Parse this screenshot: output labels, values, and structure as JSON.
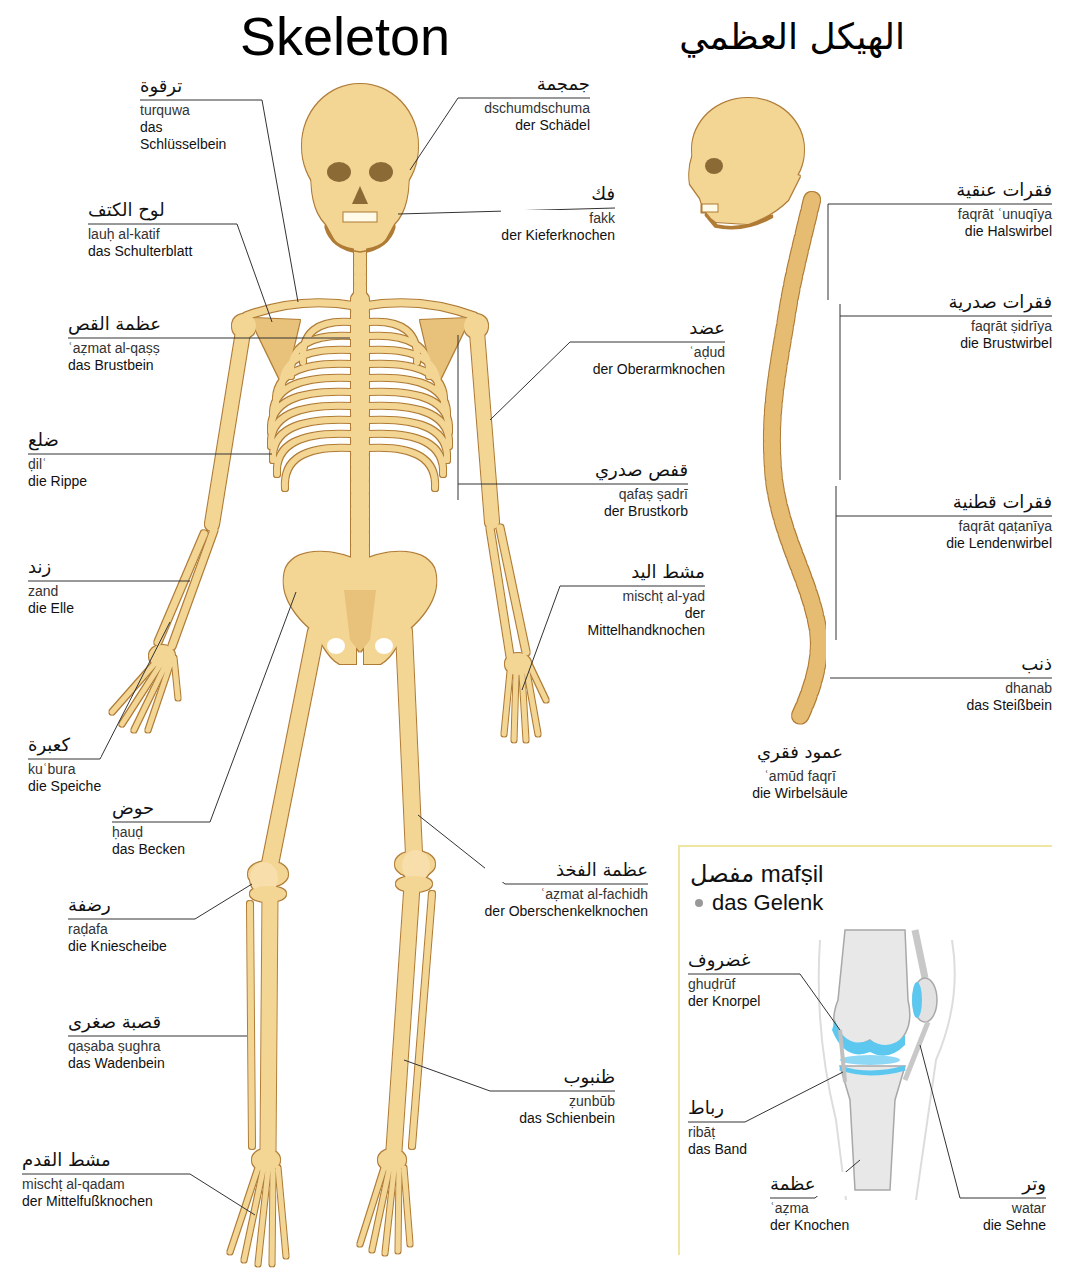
{
  "diagram": {
    "title": "Skeleton",
    "nodes": [
      {
        "text": [
          "مفصل mafṣil",
          "das Gelenk"
        ]
      }
    ],
    "labels": [
      "الهيكل العظمي",
      "ترقوة",
      "turquwa",
      "das Schlüsselbein",
      "لوح الكتف",
      "lauḥ al-katif",
      "das Schulterblatt",
      "عظمة القص",
      "ʿaẓmat al-qaṣṣ",
      "das Brustbein",
      "ضلع",
      "ḍilʿ",
      "die Rippe",
      "زند",
      "zand",
      "die Elle",
      "كعبرة",
      "kuʿbura",
      "die Speiche",
      "حوض",
      "ḥauḍ",
      "das Becken",
      "رضفة",
      "raḍafa",
      "die Kniescheibe",
      "قصبة صغرى",
      "qaṣaba ṣughra",
      "das Wadenbein",
      "مشط القدم",
      "mischṭ al-qadam",
      "der Mittelfußknochen",
      "جمجمة",
      "dschumdschuma",
      "der Schädel",
      "فك",
      "fakk",
      "der Kieferknochen",
      "عضد",
      "ʿaḍud",
      "der Oberarmknochen",
      "قفص صدري",
      "qafaṣ ṣadrī",
      "der Brustkorb",
      "مشط اليد",
      "mischṭ al-yad",
      "der Mittelhandknochen",
      "عظمة الفخذ",
      "ʿaẓmat al-fachidh",
      "der Oberschenkelknochen",
      "ظنبوب",
      "ẓunbūb",
      "das Schienbein",
      "فقرات عنقية",
      "faqrāt ʿunuqīya",
      "die Halswirbel",
      "فقرات صدرية",
      "faqrāt ṣidrīya",
      "die Brustwirbel",
      "فقرات قطنية",
      "faqrāt qaṭanīya",
      "die Lendenwirbel",
      "ذنب",
      "dhanab",
      "das Steißbein",
      "عمود فقري",
      "ʿamūd faqrī",
      "die Wirbelsäule",
      "غضروف",
      "ghuḍrūf",
      "der Knorpel",
      "رباط",
      "ribāṭ",
      "das Band",
      "عظمة",
      "ʿaẓma",
      "der Knochen",
      "وتر",
      "watar",
      "die Sehne"
    ]
  }
}
